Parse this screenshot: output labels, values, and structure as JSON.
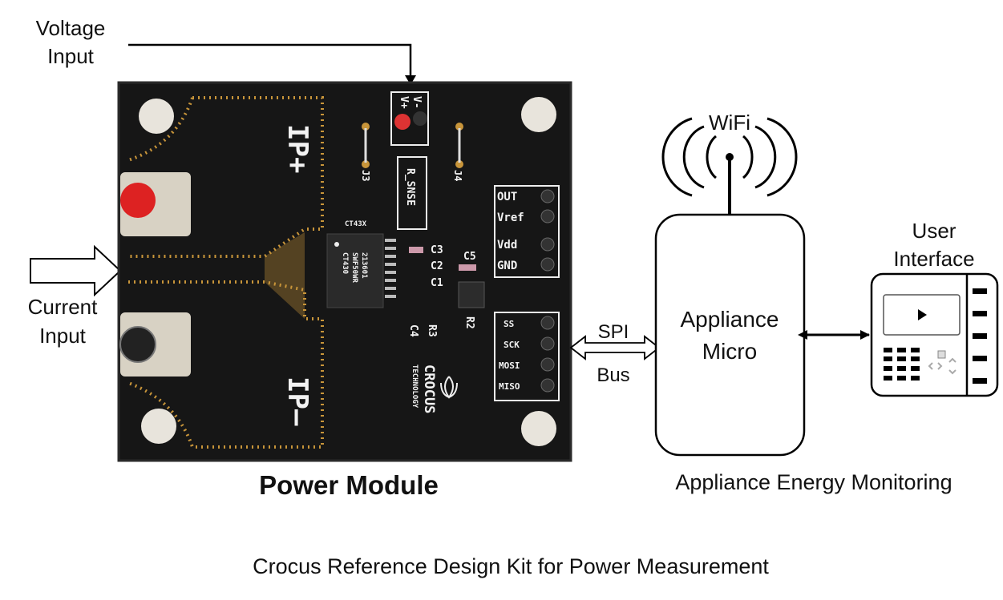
{
  "labels": {
    "voltage_input": [
      "Voltage",
      "Input"
    ],
    "current_input": [
      "Current",
      "Input"
    ],
    "spi_bus": [
      "SPI",
      "Bus"
    ],
    "wifi": "WiFi",
    "appliance_micro": [
      "Appliance",
      "Micro"
    ],
    "user_interface": [
      "User",
      "Interface"
    ],
    "power_module": "Power Module",
    "appliance_energy_monitoring": "Appliance Energy Monitoring",
    "caption": "Crocus Reference Design Kit for Power Measurement"
  },
  "pcb": {
    "ip_plus": "IP+",
    "ip_minus": "IP—",
    "v_minus": "V-",
    "v_plus": "V+",
    "j3": "J3",
    "j4": "J4",
    "r_snse": "R_SNSE",
    "chip_family": "CT43X",
    "chip_marking": [
      "CT430",
      "SWF50WR",
      "213601"
    ],
    "caps": [
      "C3",
      "C2",
      "C1",
      "C5",
      "C4"
    ],
    "resistors": [
      "R3",
      "R2"
    ],
    "header_power": [
      "OUT",
      "Vref",
      "Vdd",
      "GND"
    ],
    "header_spi": [
      "SS",
      "SCK",
      "MOSI",
      "MISO"
    ],
    "brand": [
      "CROCUS",
      "TECHNOLOGY"
    ]
  },
  "colors": {
    "pcb": "#161616",
    "copper": "#c8953a",
    "line": "#000000"
  }
}
